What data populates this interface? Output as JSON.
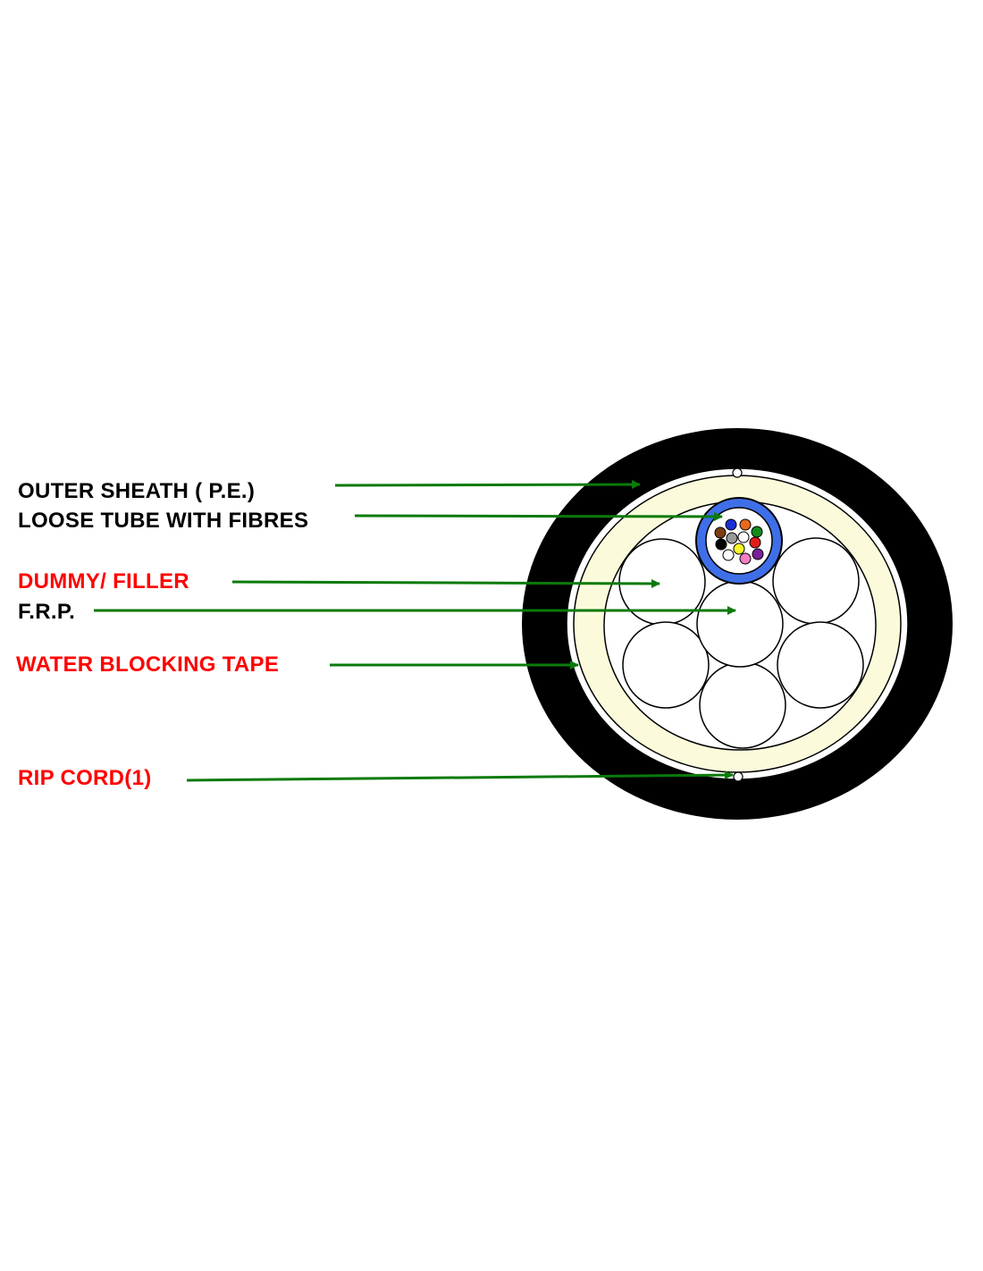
{
  "labels": {
    "outer_sheath": "OUTER SHEATH ( P.E.)",
    "loose_tube": "LOOSE TUBE WITH FIBRES",
    "dummy_filler": "DUMMY/ FILLER",
    "frp": "F.R.P.",
    "water_blocking_tape": "WATER BLOCKING TAPE",
    "rip_cord": "RIP CORD(1)"
  },
  "colors": {
    "outer_sheath": "#000000",
    "water_blocking_tape": "#fbfbdc",
    "loose_tube": "#3f6fe8",
    "arrow": "#0a7a0a",
    "label_black": "#000000",
    "label_red": "#ff0000"
  },
  "fibre_colors": [
    "#1a2fd6",
    "#e8691c",
    "#12891b",
    "#7a3d12",
    "#9a9a9a",
    "#ffffff",
    "#000000",
    "#f9f62a",
    "#e51b1b",
    "#ffffff",
    "#f27fc4",
    "#7a1e9a"
  ]
}
